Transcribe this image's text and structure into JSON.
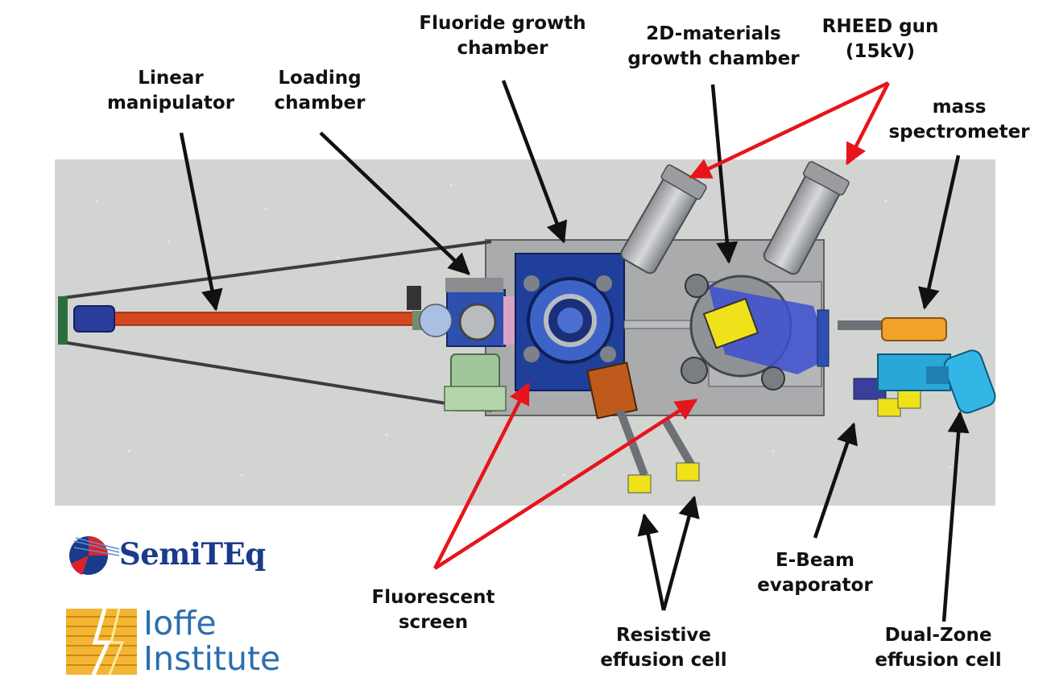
{
  "labels": {
    "linear_manipulator": [
      "Linear",
      "manipulator"
    ],
    "loading_chamber": [
      "Loading",
      "chamber"
    ],
    "fluoride_chamber": [
      "Fluoride growth",
      "chamber"
    ],
    "materials_chamber": [
      "2D-materials",
      "growth chamber"
    ],
    "rheed_gun": [
      "RHEED gun",
      "(15kV)"
    ],
    "mass_spectrometer": [
      "mass",
      "spectrometer"
    ],
    "fluorescent_screen": [
      "Fluorescent",
      "screen"
    ],
    "resistive_cell": [
      "Resistive",
      "effusion cell"
    ],
    "ebeam": [
      "E-Beam",
      "evaporator"
    ],
    "dual_zone": [
      "Dual-Zone",
      "effusion cell"
    ]
  },
  "logos": {
    "semiteq": "SemiTEq",
    "ioffe": [
      "Ioffe",
      "Institute"
    ]
  },
  "colors": {
    "black_arrow": "#111111",
    "red_arrow": "#e8141b",
    "panel_bg": "#d2d4d2",
    "chamber_blue": "#1f3f9a",
    "manipulator_orange": "#d4471c",
    "cell_yellow": "#f0e21a",
    "dual_zone_cyan": "#29a7d8",
    "semiteq_blue": "#1a3b8c",
    "ioffe_blue": "#2a6fb0"
  }
}
